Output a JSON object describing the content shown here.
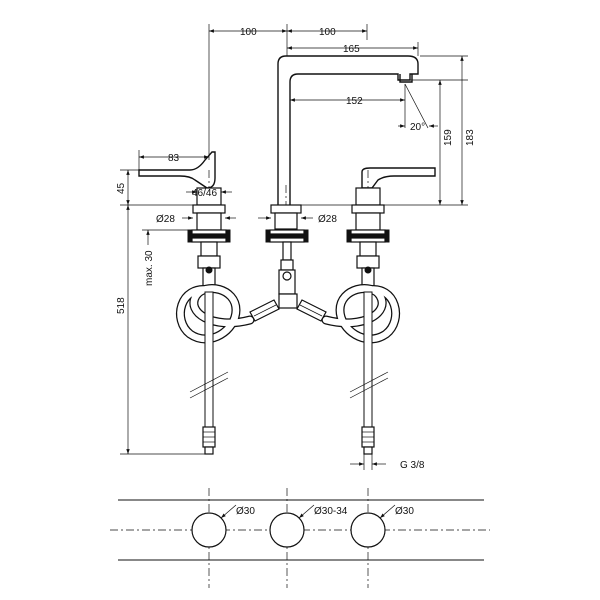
{
  "dimensions": {
    "d100_left": "100",
    "d100_right": "100",
    "d165": "165",
    "d152": "152",
    "d20": "20°",
    "d159": "159",
    "d183": "183",
    "d83": "83",
    "d45": "45",
    "d4646": "46/46",
    "dia28_left": "Ø28",
    "dia28_right": "Ø28",
    "max30": "max. 30",
    "d518": "518",
    "g38": "G 3/8",
    "dia30_left": "Ø30",
    "dia30_34": "Ø30-34",
    "dia30_right": "Ø30"
  }
}
